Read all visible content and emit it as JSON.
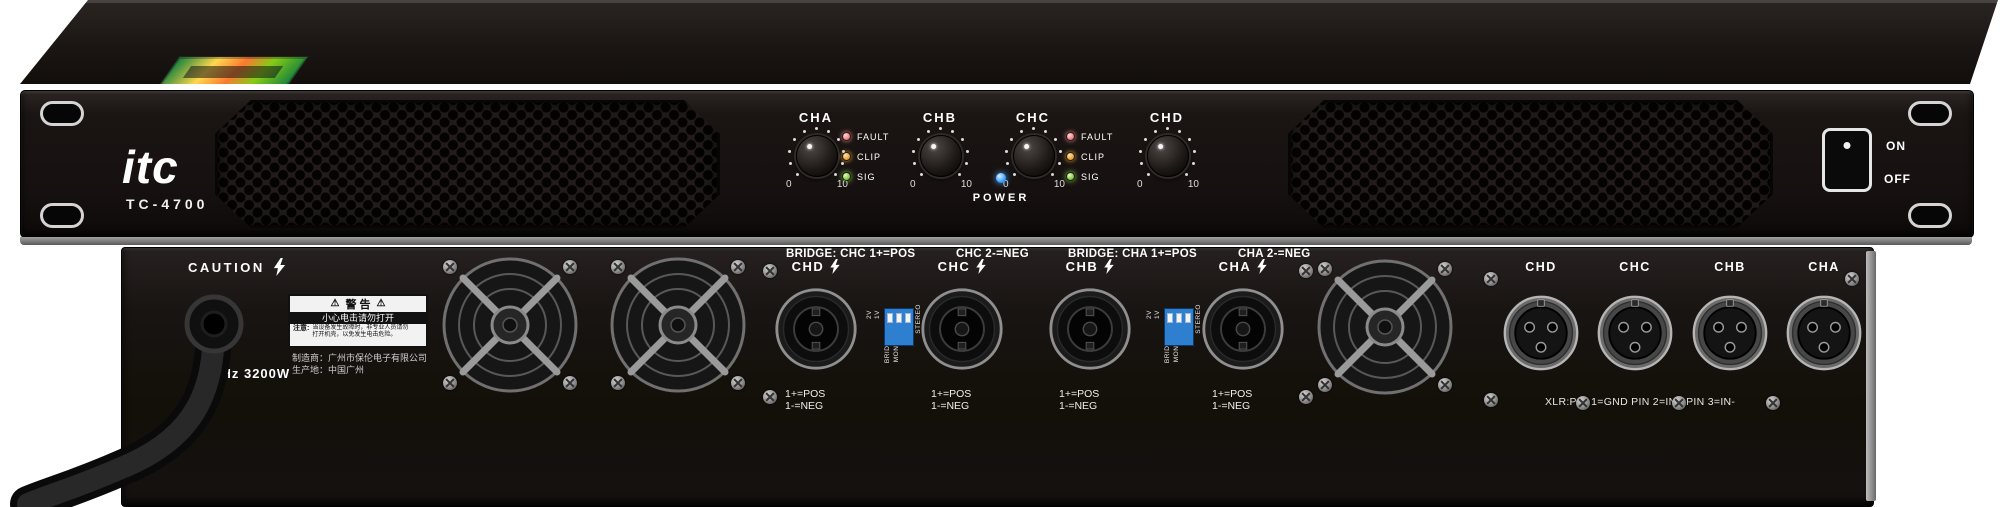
{
  "front": {
    "logo": "itc",
    "model": "TC-4700",
    "channels": [
      {
        "label": "CHA"
      },
      {
        "label": "CHB"
      },
      {
        "label": "CHC"
      },
      {
        "label": "CHD"
      }
    ],
    "knob_scale": {
      "min": "0",
      "max": "10"
    },
    "led_labels": {
      "fault": "FAULT",
      "clip": "CLIP",
      "sig": "SIG"
    },
    "led_colors": {
      "fault": "#f28b8b",
      "clip": "#f2a93c",
      "sig": "#8fd14f",
      "power": "#4aa8ff"
    },
    "power_label": "POWER",
    "switch": {
      "on": "ON",
      "off": "OFF"
    }
  },
  "rear": {
    "caution": "CAUTION",
    "warning": {
      "triangle": "⚠",
      "title": "警 告",
      "line": "小心电击请勿打开",
      "note": "注意:",
      "small1": "当设备发生故障时，非专业人员请勿",
      "small2": "打开机壳，以免发生电击危险。"
    },
    "manufacturer": "制造商：广州市保伦电子有限公司",
    "origin": "生产地：中国广州",
    "power_spec": "50Hz 3200W",
    "bridge_left": {
      "a": "BRIDGE: CHC 1+=POS",
      "b": "CHC 2-=NEG"
    },
    "bridge_right": {
      "a": "BRIDGE: CHA 1+=POS",
      "b": "CHA 2-=NEG"
    },
    "speakons": [
      {
        "label": "CHD"
      },
      {
        "label": "CHC"
      },
      {
        "label": "CHB"
      },
      {
        "label": "CHA"
      }
    ],
    "speakon_pins": {
      "pos": "1+=POS",
      "neg": "1-=NEG"
    },
    "dip": {
      "v2": "2V",
      "v1": "1V",
      "bridg": "BRIDG",
      "mono": "MONO",
      "stereo": "STEREO"
    },
    "xlr": [
      {
        "label": "CHD"
      },
      {
        "label": "CHC"
      },
      {
        "label": "CHB"
      },
      {
        "label": "CHA"
      }
    ],
    "xlr_note": "XLR:PIN 1=GND PIN 2=IN+ PIN 3=IN-"
  }
}
